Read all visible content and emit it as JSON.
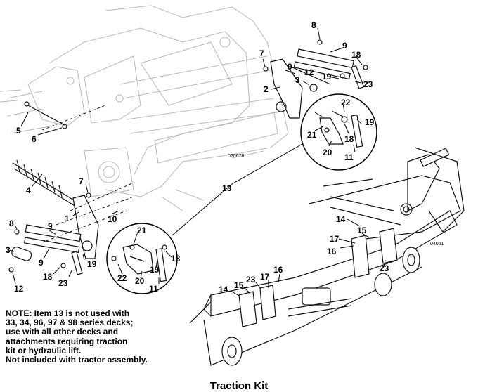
{
  "diagram": {
    "title": "Traction Kit",
    "note_lines": [
      "NOTE:  Item 13 is not used with",
      "33, 34, 96, 97 & 98 series decks;",
      "use with all other decks and",
      "attachments requiring traction",
      "kit or hydraulic lift.",
      "Not included with tractor assembly."
    ],
    "figure_refs": [
      "020678",
      "04061"
    ],
    "callouts": [
      "1",
      "2",
      "3",
      "4",
      "5",
      "6",
      "7",
      "8",
      "9",
      "10",
      "11",
      "12",
      "13",
      "14",
      "15",
      "16",
      "17",
      "18",
      "19",
      "20",
      "21",
      "22",
      "23"
    ]
  }
}
